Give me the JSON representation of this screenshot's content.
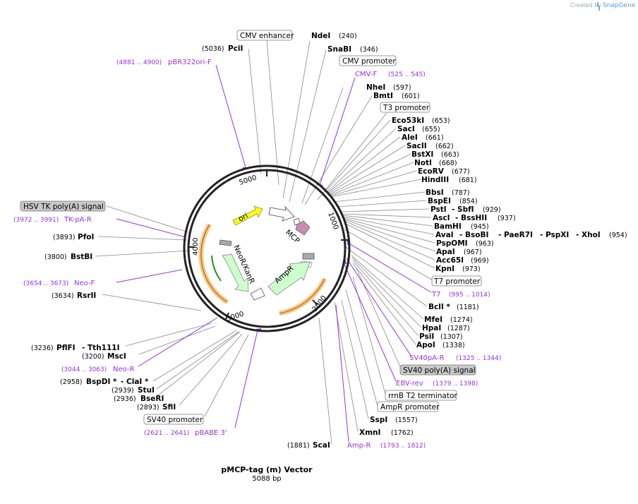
{
  "credit": {
    "prefix": "Created by",
    "brand": "SnapGene"
  },
  "map": {
    "title": "pMCP-tag (m) Vector",
    "size": "5088 bp",
    "ticks": [
      "1000",
      "2000",
      "3000",
      "4000",
      "5000"
    ]
  },
  "enzymes": [
    {
      "name": "NdeI",
      "pos": "(240)"
    },
    {
      "name": "SnaBI",
      "pos": "(346)"
    },
    {
      "name": "NheI",
      "pos": "(597)"
    },
    {
      "name": "BmtI",
      "pos": "(601)"
    },
    {
      "name": "Eco53kI",
      "pos": "(653)"
    },
    {
      "name": "SacI",
      "pos": "(655)"
    },
    {
      "name": "AleI",
      "pos": "(661)"
    },
    {
      "name": "SacII",
      "pos": "(662)"
    },
    {
      "name": "BstXI",
      "pos": "(663)"
    },
    {
      "name": "NotI",
      "pos": "(668)"
    },
    {
      "name": "EcoRV",
      "pos": "(677)"
    },
    {
      "name": "HindIII",
      "pos": "(681)"
    },
    {
      "name": "BbsI",
      "pos": "(787)"
    },
    {
      "name": "BspEI",
      "pos": "(854)"
    },
    {
      "name": "PstI",
      "pos": ""
    },
    {
      "name": "- SbfI",
      "pos": "(929)"
    },
    {
      "name": "AscI",
      "pos": ""
    },
    {
      "name": "- BssHII",
      "pos": "(937)"
    },
    {
      "name": "BamHI",
      "pos": "(945)"
    },
    {
      "name": "AvaI",
      "pos": ""
    },
    {
      "name": "- BsoBI",
      "pos": ""
    },
    {
      "name": "- PaeR7I",
      "pos": ""
    },
    {
      "name": "- PspXI",
      "pos": ""
    },
    {
      "name": "- XhoI",
      "pos": "(954)"
    },
    {
      "name": "PspOMI",
      "pos": "(963)"
    },
    {
      "name": "ApaI",
      "pos": "(967)"
    },
    {
      "name": "Acc65I",
      "pos": "(969)"
    },
    {
      "name": "KpnI",
      "pos": "(973)"
    },
    {
      "name": "BclI *",
      "pos": "(1181)"
    },
    {
      "name": "MfeI",
      "pos": "(1274)"
    },
    {
      "name": "HpaI",
      "pos": "(1287)"
    },
    {
      "name": "PsiI",
      "pos": "(1307)"
    },
    {
      "name": "ApoI",
      "pos": "(1338)"
    },
    {
      "name": "SspI",
      "pos": "(1557)"
    },
    {
      "name": "XmnI",
      "pos": "(1762)"
    },
    {
      "name": "ScaI",
      "pos": "(1881)"
    },
    {
      "name": "SfiI",
      "pos": "(2893)"
    },
    {
      "name": "BseRI",
      "pos": "(2936)"
    },
    {
      "name": "StuI",
      "pos": "(2939)"
    },
    {
      "name": "BspDI *",
      "pos": "(2958)"
    },
    {
      "name": "- ClaI *",
      "pos": ""
    },
    {
      "name": "MscI",
      "pos": "(3200)"
    },
    {
      "name": "PflFI",
      "pos": "(3236)"
    },
    {
      "name": "- Tth111I",
      "pos": ""
    },
    {
      "name": "RsrII",
      "pos": "(3634)"
    },
    {
      "name": "BstBI",
      "pos": "(3800)"
    },
    {
      "name": "PfoI",
      "pos": "(3893)"
    },
    {
      "name": "PciI",
      "pos": "(5036)"
    }
  ],
  "primers": [
    {
      "name": "pBR322ori-F",
      "range": "(4881 .. 4900)"
    },
    {
      "name": "CMV-F",
      "range": "(525 .. 545)"
    },
    {
      "name": "T7",
      "range": "(995 .. 1014)"
    },
    {
      "name": "SV40pA-R",
      "range": "(1325 .. 1344)"
    },
    {
      "name": "EBV-rev",
      "range": "(1379 .. 1398)"
    },
    {
      "name": "Amp-R",
      "range": "(1793 .. 1812)"
    },
    {
      "name": "pBABE 3'",
      "range": "(2621 .. 2641)"
    },
    {
      "name": "Neo-R",
      "range": "(3044 .. 3063)"
    },
    {
      "name": "Neo-F",
      "range": "(3654 .. 3673)"
    },
    {
      "name": "TK-pA-R",
      "range": "(3972 .. 3991)"
    }
  ],
  "features": {
    "cmv_enhancer": "CMV enhancer",
    "cmv_promoter": "CMV promoter",
    "t3_promoter": "T3 promoter",
    "t7_promoter": "T7 promoter",
    "sv40_polya": "SV40 poly(A) signal",
    "rrnb": "rrnB T2 terminator",
    "ampr_promoter": "AmpR promoter",
    "sv40_promoter": "SV40 promoter",
    "hsv_tk": "HSV TK poly(A) signal",
    "ori": "ori",
    "mcp": "MCP",
    "ampr": "AmpR",
    "neor": "NeoR/KanR"
  },
  "colors": {
    "primer": "#9b30d9",
    "ori": "#ffff00",
    "ampr": "#ccffcc",
    "mcp": "#c98bb0",
    "highlight": "#f5c98b",
    "grey_box": "#c8c8c8"
  }
}
